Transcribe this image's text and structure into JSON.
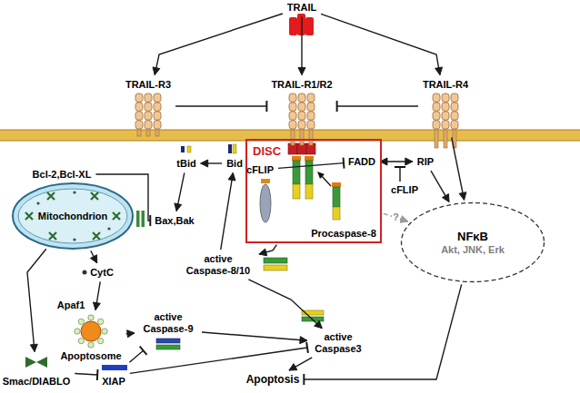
{
  "diagram": {
    "nodes": [
      {
        "text": [
          "TRAIL"
        ]
      },
      {
        "text": [
          "TRAIL-R3"
        ]
      },
      {
        "text": [
          "TRAIL-R1/R2"
        ]
      },
      {
        "text": [
          "TRAIL-R4"
        ]
      },
      {
        "text": [
          "DISC"
        ]
      },
      {
        "text": [
          "cFLIP"
        ],
        "in": 4
      },
      {
        "text": [
          "FADD"
        ],
        "in": 4
      },
      {
        "text": [
          "Procaspase-8"
        ],
        "in": 4
      },
      {
        "text": [
          "RIP"
        ]
      },
      {
        "text": [
          "cFLIP"
        ]
      },
      {
        "text": [
          "Bcl-2,Bcl-XL"
        ]
      },
      {
        "text": [
          "tBid"
        ]
      },
      {
        "text": [
          "Bid"
        ]
      },
      {
        "text": [
          "Mitochondrion"
        ]
      },
      {
        "text": [
          "Bax,Bak"
        ]
      },
      {
        "text": [
          "active Caspase-8/10"
        ]
      },
      {
        "text": [
          "NFκB",
          "Akt, JNK, Erk"
        ]
      },
      {
        "text": [
          "CytC"
        ]
      },
      {
        "text": [
          "active Caspase-9"
        ]
      },
      {
        "text": [
          "active Caspase3"
        ]
      },
      {
        "text": [
          "Apoptosome"
        ]
      },
      {
        "text": [
          "Smac/DIABLO"
        ]
      },
      {
        "text": [
          "XIAP"
        ]
      },
      {
        "text": [
          "Apoptosis"
        ]
      }
    ],
    "edges": [
      {
        "from": 0,
        "to": 1,
        "arrow": "to"
      },
      {
        "from": 0,
        "to": 2,
        "arrow": "to"
      },
      {
        "from": 0,
        "to": 3,
        "arrow": "to"
      },
      {
        "from": 1,
        "to": 2,
        "arrow": "to"
      },
      {
        "from": 3,
        "to": 2,
        "arrow": "to"
      },
      {
        "from": 3,
        "to": 16,
        "arrow": "to"
      },
      {
        "from": 6,
        "to": 8,
        "arrow": "both"
      },
      {
        "from": 8,
        "to": 16,
        "arrow": "to"
      },
      {
        "from": 5,
        "to": 6,
        "arrow": "to"
      },
      {
        "from": 4,
        "to": 15,
        "arrow": "to"
      },
      {
        "from": 15,
        "to": 12,
        "arrow": "to"
      },
      {
        "from": 12,
        "to": 11,
        "arrow": "to"
      },
      {
        "from": 11,
        "to": 14,
        "arrow": "to"
      },
      {
        "from": 10,
        "to": 14,
        "arrow": "to"
      },
      {
        "from": 13,
        "to": 17,
        "arrow": "to"
      },
      {
        "from": 13,
        "to": 21,
        "arrow": "to"
      },
      {
        "from": 21,
        "to": 22,
        "arrow": "to"
      },
      {
        "from": 22,
        "to": 18,
        "arrow": "to"
      },
      {
        "from": 22,
        "to": 19,
        "arrow": "to"
      },
      {
        "from": 17,
        "to": 20,
        "arrow": "to"
      },
      {
        "from": 20,
        "to": 18,
        "arrow": "to"
      },
      {
        "from": 18,
        "to": 19,
        "arrow": "to"
      },
      {
        "from": 15,
        "to": 19,
        "arrow": "to"
      },
      {
        "from": 19,
        "to": 23,
        "arrow": "to"
      },
      {
        "from": 16,
        "to": 23,
        "arrow": "to"
      },
      {
        "from": 4,
        "to": 16,
        "arrow": "to",
        "label": "?"
      }
    ],
    "labels": [
      "Apaf1"
    ]
  }
}
